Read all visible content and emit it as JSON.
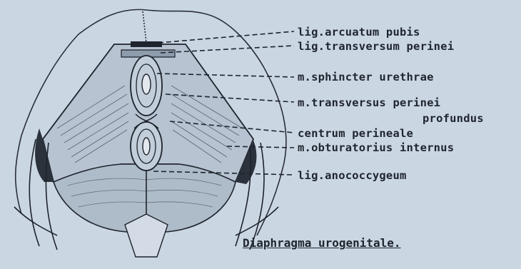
{
  "labels": {
    "arcuatum": "lig.arcuatum pubis",
    "transversum": "lig.transversum perinei",
    "sphincter": "m.sphincter urethrae",
    "transversus1": "m.transversus perinei",
    "transversus2": "profundus",
    "centrum": "centrum perineale",
    "obturatorius": "m.obturatorius internus",
    "anococcygeum": "lig.anococcygeum"
  },
  "caption": "Diaphragma urogenitale."
}
